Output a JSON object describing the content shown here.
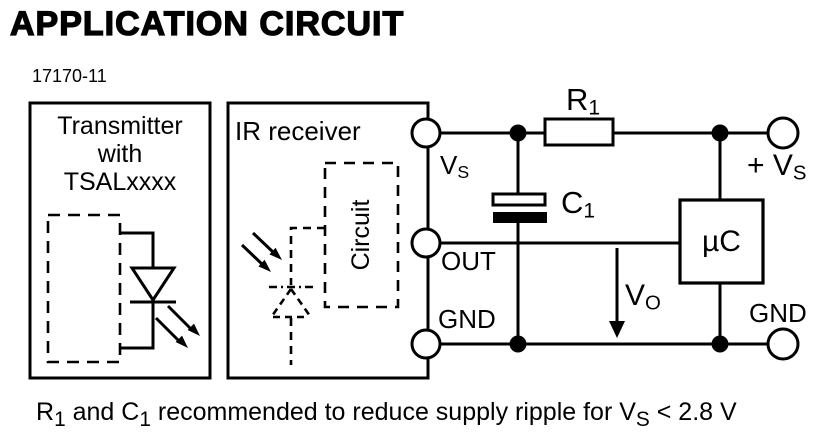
{
  "page": {
    "title": "APPLICATION CIRCUIT",
    "figure_number": "17170-11",
    "note": {
      "p1": "R",
      "s1": "1",
      "p2": " and C",
      "s2": "1",
      "p3": " recommended to reduce supply ripple for V",
      "s3": "S",
      "p4": " < 2.8 V"
    }
  },
  "transmitter": {
    "line1": "Transmitter",
    "line2": "with",
    "line3": "TSALxxxx"
  },
  "receiver": {
    "label": "IR receiver",
    "circuit_label": "Circuit",
    "pins": {
      "vs": {
        "main": "V",
        "sub": "S"
      },
      "out": "OUT",
      "gnd": "GND"
    }
  },
  "external": {
    "r1": {
      "main": "R",
      "sub": "1"
    },
    "c1": {
      "main": "C",
      "sub": "1"
    },
    "microcontroller": "µC",
    "vo": {
      "main": "V",
      "sub": "O"
    },
    "supply": {
      "main": "+ V",
      "sub": "S"
    },
    "gnd": "GND"
  },
  "colors": {
    "ink": "#000000",
    "background": "#ffffff"
  }
}
